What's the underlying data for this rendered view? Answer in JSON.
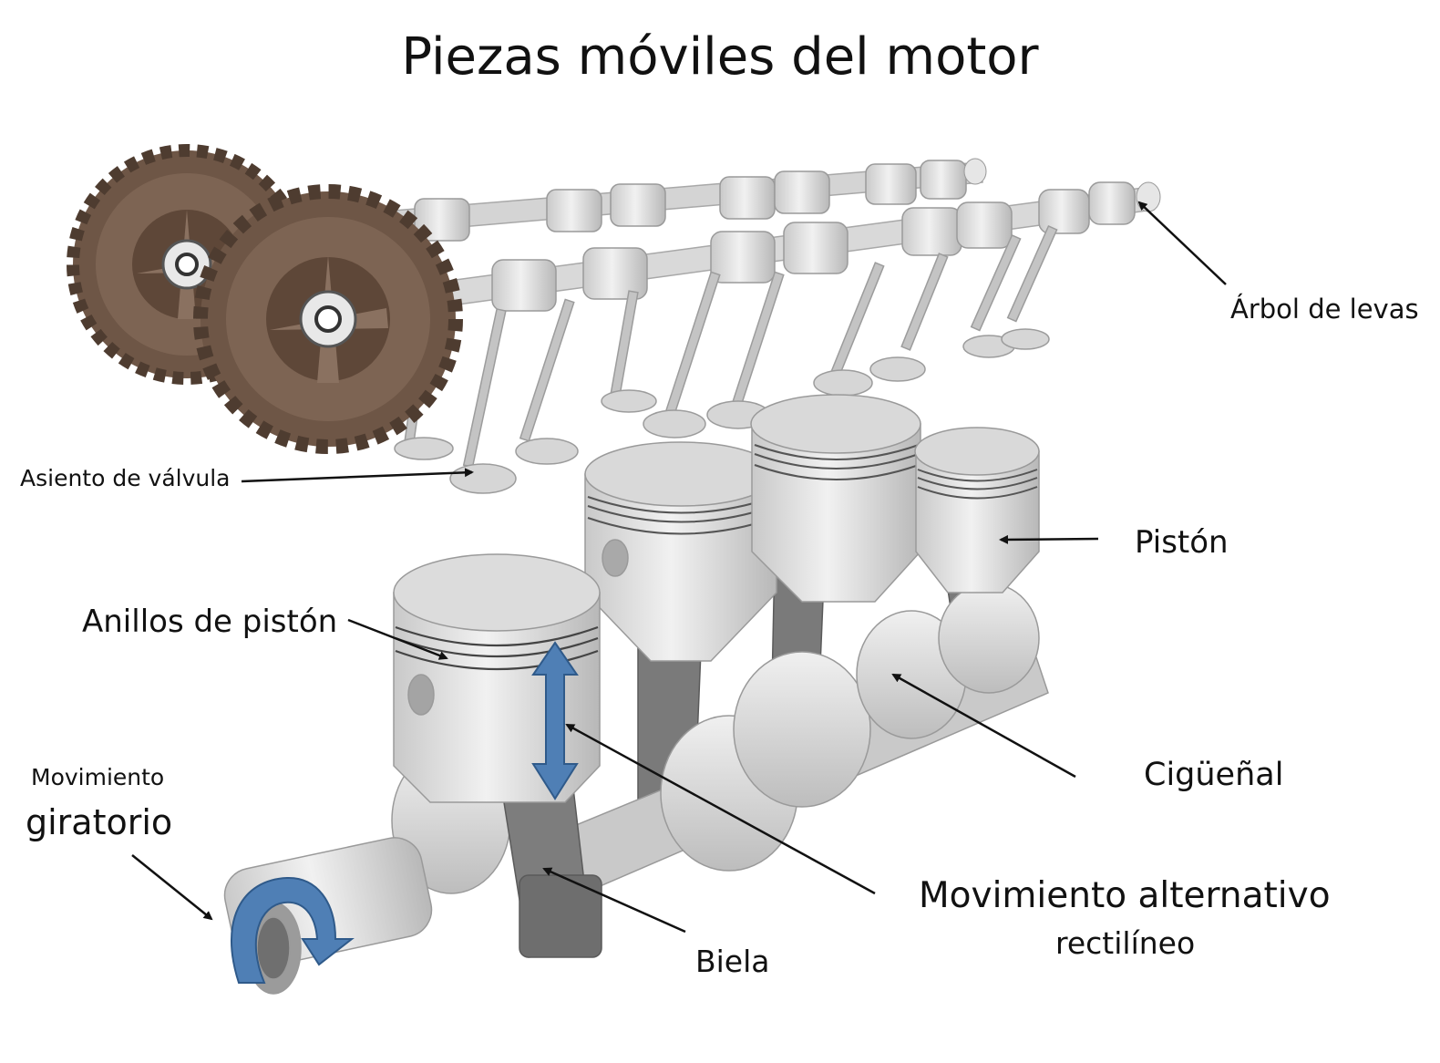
{
  "title": "Piezas móviles del motor",
  "labels": {
    "arbol_de_levas": "Árbol de levas",
    "asiento_de_valvula": "Asiento de válvula",
    "piston": "Pistón",
    "anillos_de_piston": "Anillos de pistón",
    "movimiento": "Movimiento",
    "giratorio": "giratorio",
    "ciguenal": "Cigüeñal",
    "movimiento_alternativo": "Movimiento alternativo",
    "rectilineo": "rectilíneo",
    "biela": "Biela"
  },
  "colors": {
    "gear": "#7d6453",
    "gear_dark": "#5e4738",
    "metal_light": "#e4e4e4",
    "metal_mid": "#c6c6c6",
    "metal_dark": "#8d8d8d",
    "rod": "#7a7a7a",
    "arrow_blue": "#4f7fb5",
    "leader": "#111111"
  }
}
